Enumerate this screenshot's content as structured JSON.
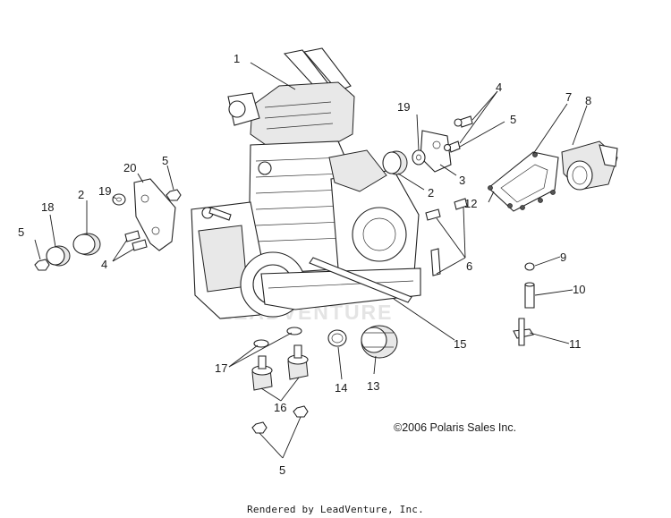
{
  "diagram": {
    "callouts": {
      "c1": "1",
      "c2a": "2",
      "c2b": "2",
      "c3": "3",
      "c4a": "4",
      "c4b": "4",
      "c5a": "5",
      "c5b": "5",
      "c5c": "5",
      "c5d": "5",
      "c6": "6",
      "c7": "7",
      "c8": "8",
      "c9": "9",
      "c10": "10",
      "c11": "11",
      "c12": "12",
      "c13": "13",
      "c14": "14",
      "c15": "15",
      "c16": "16",
      "c17": "17",
      "c18": "18",
      "c19a": "19",
      "c19b": "19",
      "c20": "20"
    },
    "copyright": "©2006 Polaris Sales Inc.",
    "footer": "Rendered by LeadVenture, Inc.",
    "watermark": "LEADVENTURE"
  }
}
